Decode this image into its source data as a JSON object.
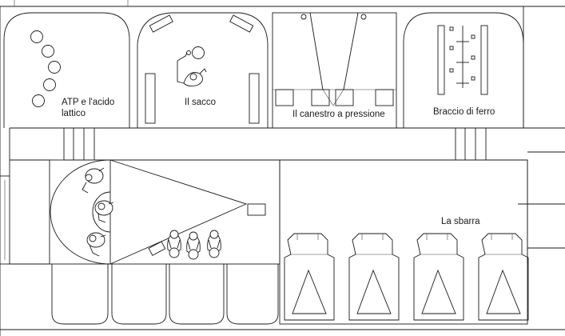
{
  "rooms": {
    "atp": {
      "label_line1": "ATP e l'acido",
      "label_line2": "lattico"
    },
    "sacco": {
      "label": "Il sacco"
    },
    "canestro": {
      "label": "Il canestro a pressione"
    },
    "braccio": {
      "label": "Braccio di ferro"
    },
    "sbarra": {
      "label": "La sbarra"
    }
  },
  "colors": {
    "line": "#1a1a1a",
    "background": "#ffffff"
  }
}
